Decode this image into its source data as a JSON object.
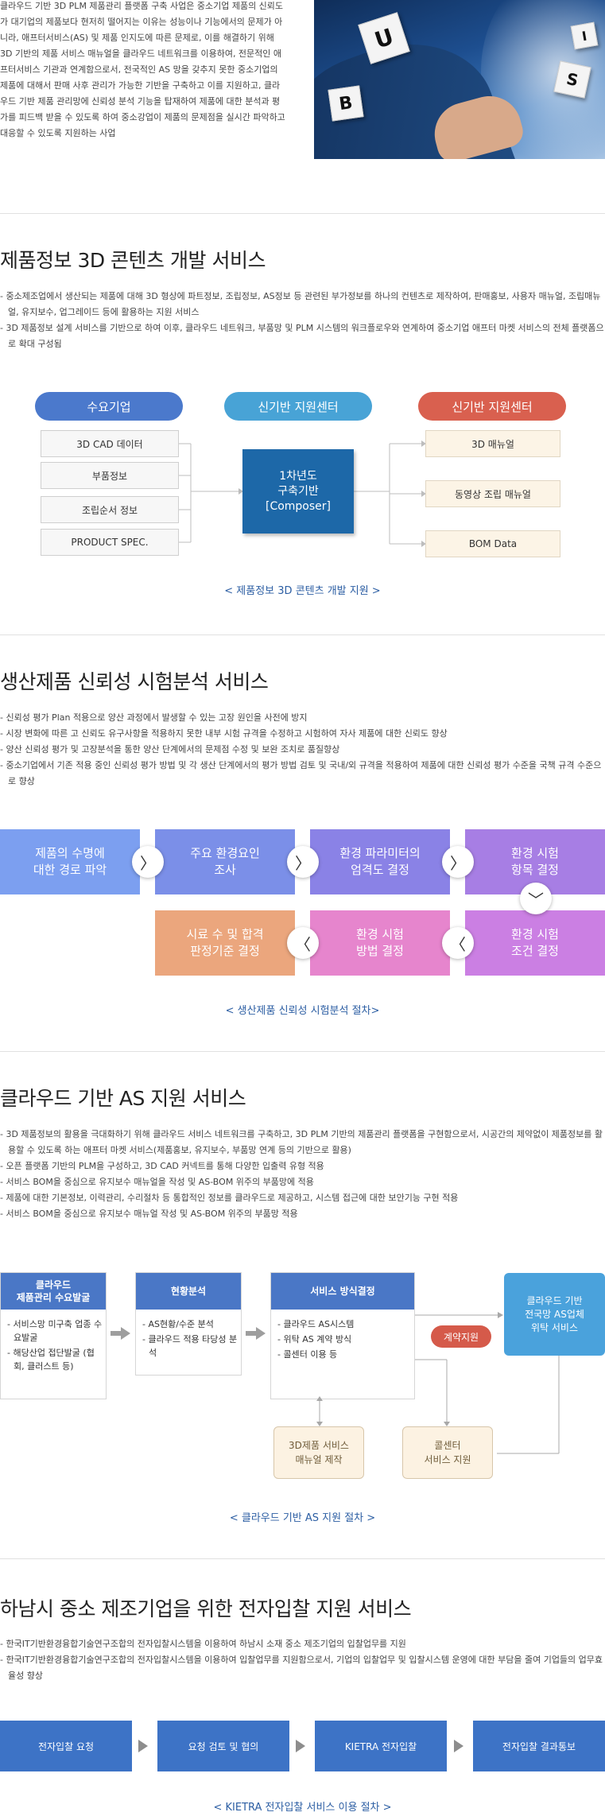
{
  "intro": {
    "text": "클라우드 기반 3D PLM 제품관리 플랫폼 구축 사업은 중소기업 제품의 신뢰도가 대기업의 제품보다 현저히 떨어지는 이유는 성능이나 기능에서의 문제가 아니라, 애프터서비스(AS) 및 제품 인지도에 따른 문제로, 이를 해결하기 위해 3D 기반의 제품 서비스 매뉴얼을 클라우드 네트워크를 이용하여, 전문적인 애프터서비스 기관과 연계함으로서, 전국적인 AS 망을 갖추지 못한 중소기업의 제품에 대해서 판매 사후 관리가 가능한 기반을 구축하고 이를 지원하고, 클라우드 기반 제품 관리망에 신뢰성 분석 기능을 탑재하여 제품에 대한 분석과 평가를 피드백 받을 수 있도록 하여 중소강업이 제품의 문제점을 실시간 파악하고 대응할 수 있도록 지원하는 사업",
    "cube_letters": [
      "B",
      "U",
      "S",
      "I"
    ]
  },
  "section1": {
    "title": "제품정보 3D 콘텐츠 개발 서비스",
    "bullets": [
      "- 중소제조업에서 생산되는 제품에 대해 3D 형상에 파트정보, 조립정보, AS정보 등 관련된 부가정보를 하나의 컨텐츠로 제작하여, 판매홍보, 사용자 매뉴얼, 조립매뉴얼, 유지보수, 업그레이드 등에 활용하는 지원 서비스",
      "- 3D 제품정보 설계 서비스를 기반으로 하여 이후, 클라우드 네트워크, 부품망 및 PLM 시스템의 워크플로우와 연계하여 중소기업 애프터 마켓 서비스의 전체 플랫폼으로 확대 구성됨"
    ],
    "diagram": {
      "left_header": "수요기업",
      "center_header": "신기반 지원센터",
      "right_header": "신기반 지원센터",
      "left_items": [
        "3D CAD 데이터",
        "부품정보",
        "조립순서 정보",
        "PRODUCT SPEC."
      ],
      "center_box": [
        "1차년도",
        "구축기반",
        "[Composer]"
      ],
      "right_items": [
        "3D 매뉴얼",
        "동영상 조립 매뉴얼",
        "BOM Data"
      ],
      "colors": {
        "left": "#4b79cc",
        "center": "#48a3d6",
        "right": "#d9604f",
        "composer": "#1d68a8"
      }
    },
    "caption": "< 제품정보 3D 콘텐츠 개발 지원 >"
  },
  "section2": {
    "title": "생산제품 신뢰성 시험분석 서비스",
    "bullets": [
      "- 신뢰성 평가 Plan 적용으로 양산 과정에서 발생할 수 있는 고장 원인을 사전에 방지",
      "- 시장 변화에 따른 고 신뢰도 유구사항을 적용하지 못한 내부 시험 규격을 수정하고 시험하여 자사 제품에 대한 신뢰도 향상",
      "- 양산 신뢰성 평가 및 고장분석을 통한 양산 단계에서의 문제점 수정 및 보완 조치로 품질향상",
      "- 중소기업에서 기존 적용 중인 신뢰성 평가 방법 및 각 생산 단계에서의 평가 방법 검토 및 국내/외 규격을 적용하여 제품에 대한 신뢰성 평가 수준을 국책 규격 수준으로 향상"
    ],
    "flow_row1": [
      {
        "line1": "제품의 수명에",
        "line2": "대한 경로 파악",
        "color": "#7c9ff0"
      },
      {
        "line1": "주요 환경요인",
        "line2": "조사",
        "color": "#7b8fe8"
      },
      {
        "line1": "환경 파라미터의",
        "line2": "엄격도 결정",
        "color": "#8a82e6"
      },
      {
        "line1": "환경 시험",
        "line2": "항목 결정",
        "color": "#a77ee4"
      }
    ],
    "flow_row2": [
      {
        "line1": "시료 수 및 합격",
        "line2": "판정기준 결정",
        "color": "#eba67d"
      },
      {
        "line1": "환경 시험",
        "line2": "방법 결정",
        "color": "#e685cd"
      },
      {
        "line1": "환경 시험",
        "line2": "조건 결정",
        "color": "#cb7fe3"
      }
    ],
    "arrows": {
      "right": "〉",
      "left": "〈",
      "down": "﹀"
    },
    "caption": "< 생산제품 신뢰성 시험분석 절차>"
  },
  "section3": {
    "title": "클라우드 기반 AS 지원 서비스",
    "bullets": [
      "- 3D 제품정보의 활용을 극대화하기 위해 클라우드 서비스 네트워크를 구축하고, 3D PLM 기반의 제품관리 플랫폼을 구현함으로서, 시공간의 제약없이 제품정보를 활용할 수 있도록 하는 애프터 마켓 서비스(제품홍보, 유지보수, 부품망 연계 등의 기반으로 활용)",
      "- 오픈 플랫폼 기반의 PLM을 구성하고, 3D CAD 커넥트를 통해 다양한 입출력 유형 적용",
      "- 서비스 BOM을 중심으로 유지보수 매뉴얼을 작성 및 AS-BOM 위주의 부품망에 적용",
      "- 제품에 대한 기본정보, 이력관리, 수리절차 등 통합적인 정보를 클라우드로 제공하고, 시스템 접근에 대한 보안기능 구현 적용",
      "- 서비스 BOM을 중심으로 유지보수 매뉴얼 작성 및 AS-BOM 위주의 부품망 적용"
    ],
    "diagram": {
      "col1": {
        "head1": "클라우드",
        "head2": "제품관리 수요발굴",
        "items": [
          "- 서비스망 미구축 업종 수요발굴",
          "- 해당산업 접단발굴 (협회, 클러스트 등)"
        ]
      },
      "col2": {
        "head1": "현황분석",
        "head2": "",
        "items": [
          "- AS현황/수준 분석",
          "- 클라우드 적용 타당성 분석"
        ]
      },
      "col3": {
        "head1": "서비스 방식결정",
        "head2": "",
        "items": [
          "- 클라우드 AS시스템",
          "- 위탁 AS 계약 방식",
          "- 콜센터 이용 등"
        ]
      },
      "contract_badge": "계약지원",
      "final_box": [
        "클라우드 기반",
        "전국망 AS업체",
        "위탁 서비스"
      ],
      "beige_boxes": [
        [
          "3D제품 서비스",
          "매뉴얼 제작"
        ],
        [
          "콜센터",
          "서비스 지원"
        ]
      ],
      "colors": {
        "head": "#4a77c6",
        "final": "#4aa2dc",
        "badge": "#d55a4a"
      }
    },
    "caption": "< 클라우드 기반 AS 지원 절차 >"
  },
  "section4": {
    "title": "하남시 중소 제조기업을 위한 전자입찰 지원 서비스",
    "bullets": [
      "- 한국IT기반환경융합기술연구조합의 전자입찰시스템을 이용하여 하남시 소재 중소 제조기업의 입찰업무를 지원",
      "- 한국IT기반환경융합기술연구조합의 전자입찰시스템을 이용하여 입찰업무를 지원함으로서, 기업의 입찰업무 및 입찰시스템 운영에 대한 부담을 줄여 기업들의 업무효율성 향상"
    ],
    "steps": [
      "전자입찰 요청",
      "요청 검토 및 협의",
      "KIETRA 전자입찰",
      "전자입찰 결과통보"
    ],
    "caption": "< KIETRA 전자입찰 서비스 이용 절차 >"
  }
}
